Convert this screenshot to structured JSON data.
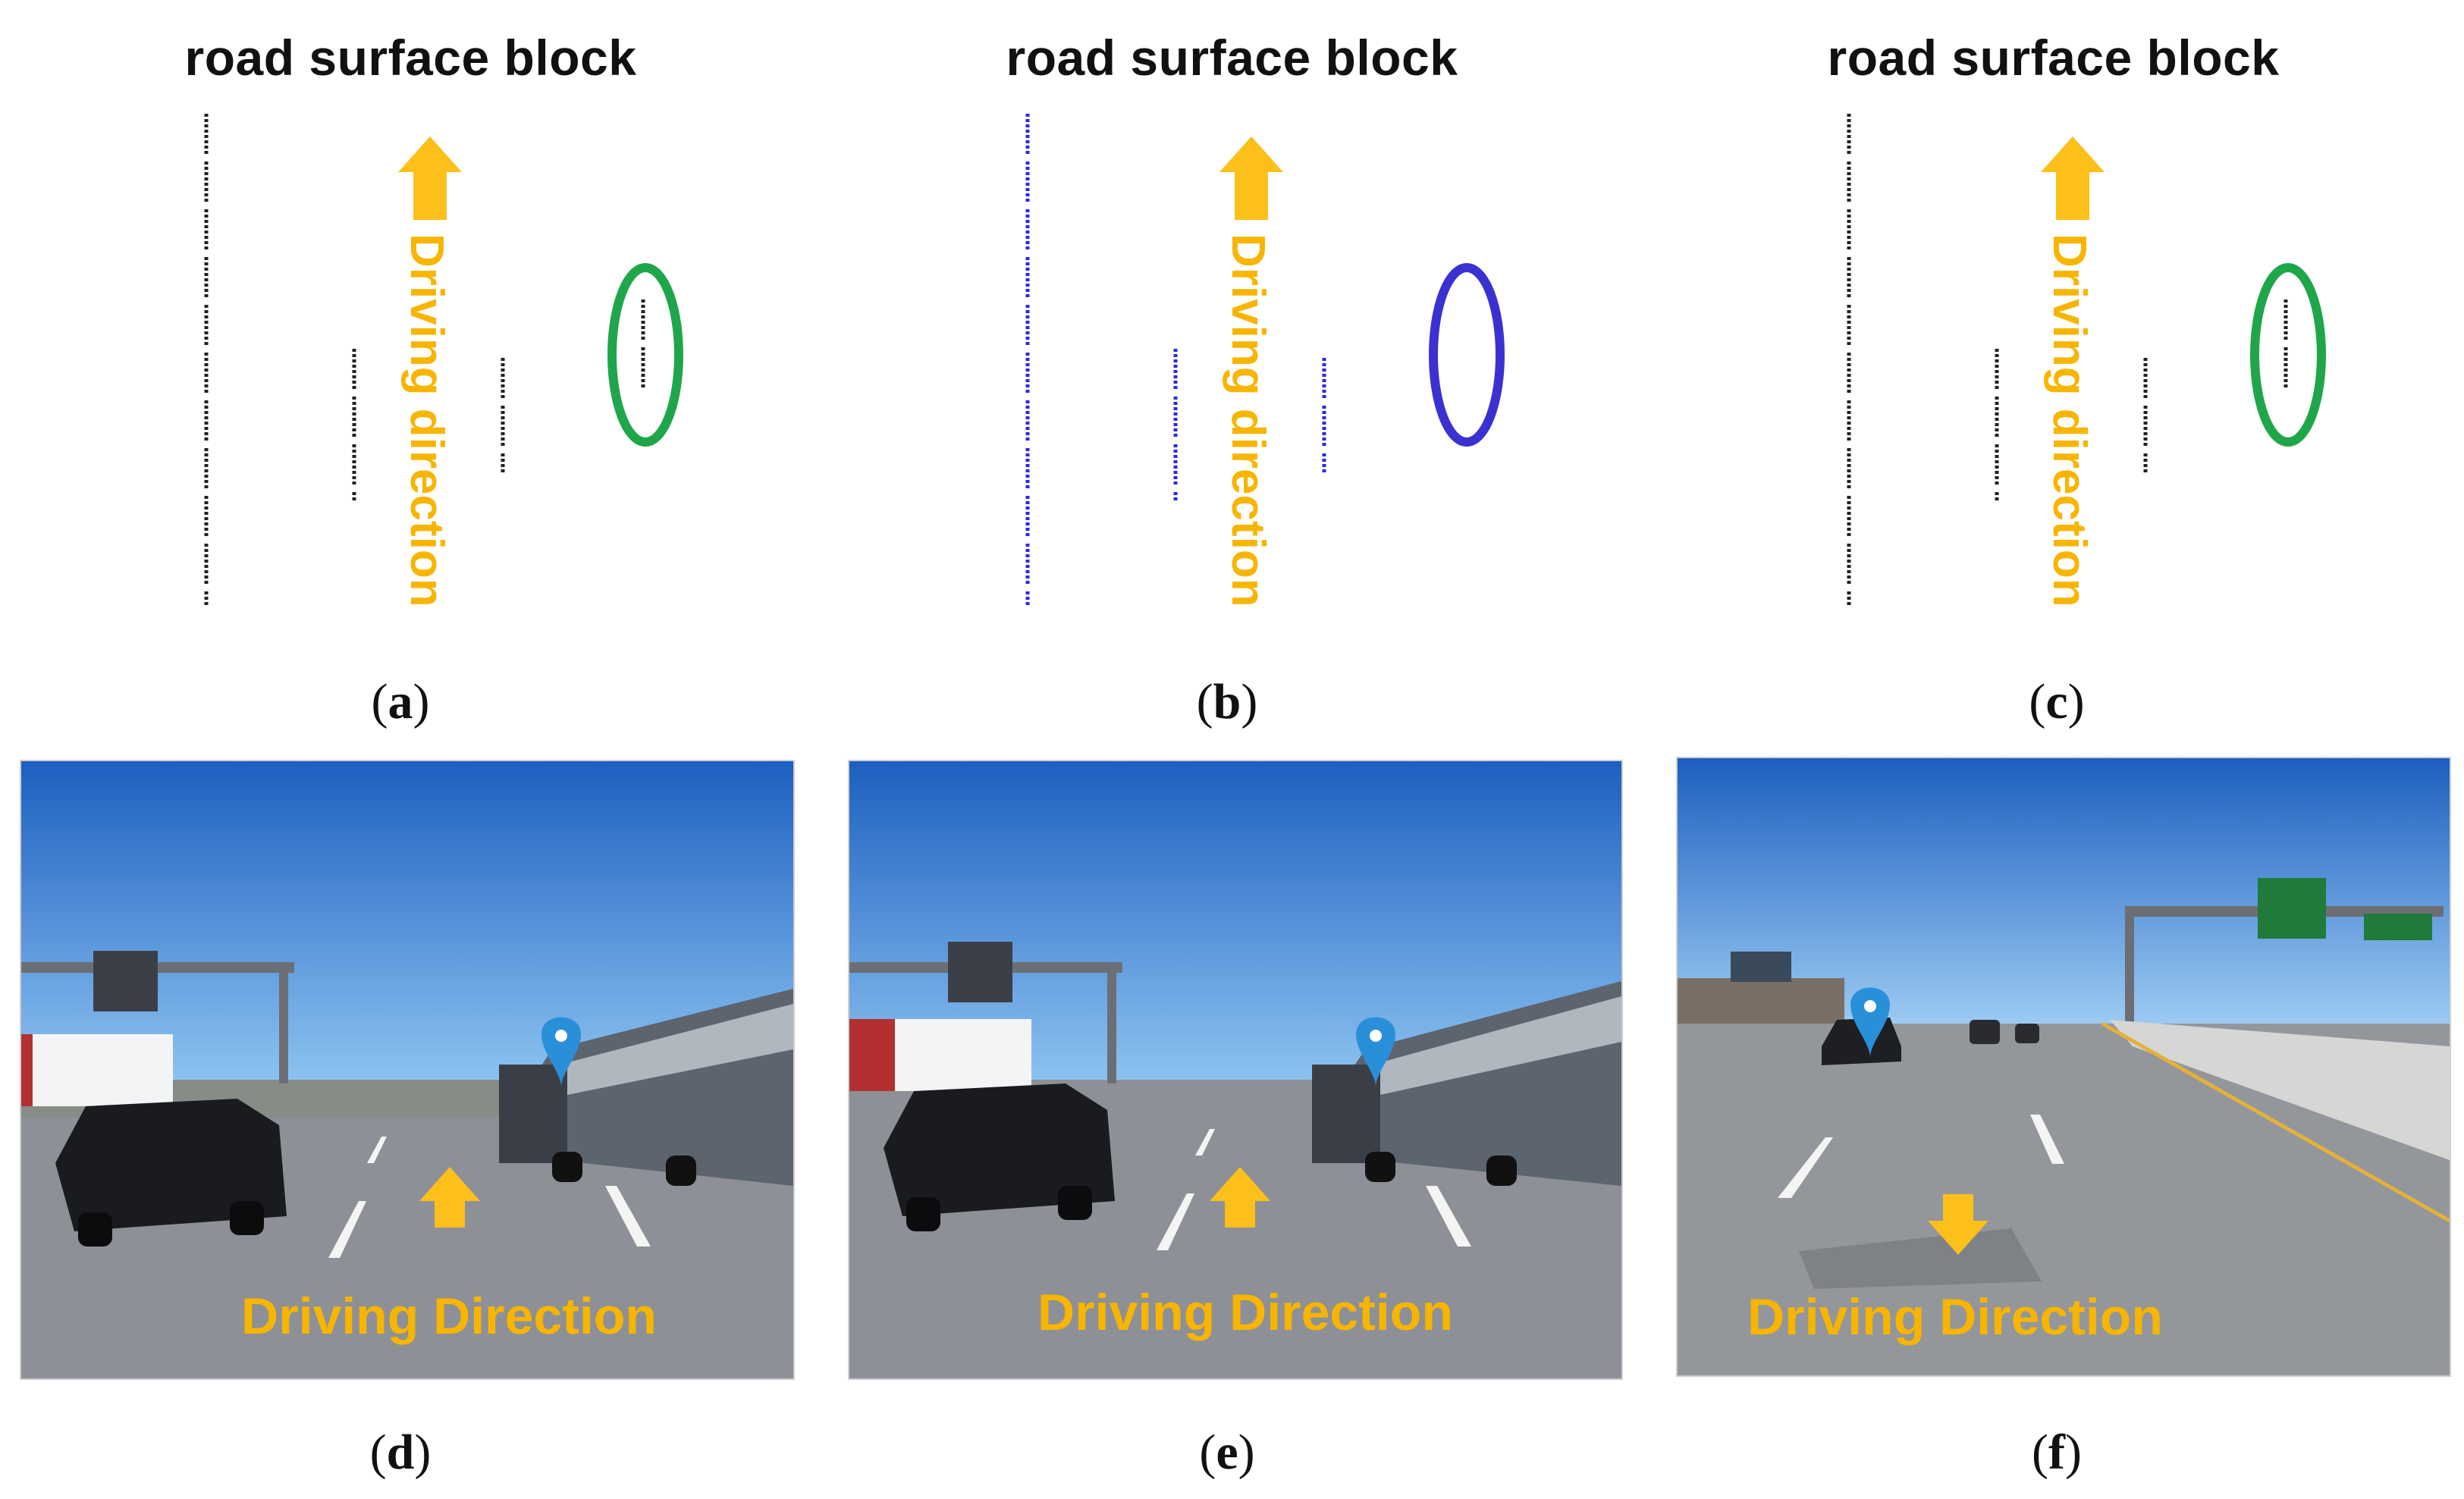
{
  "panels_top": [
    {
      "title": "road surface block",
      "arrow_label": "Driving direction",
      "caption_letter": "a",
      "point_color": "#222222",
      "ellipse_color": "#1fa64a",
      "ellipse_has_points": true
    },
    {
      "title": "road surface block",
      "arrow_label": "Driving direction",
      "caption_letter": "b",
      "point_color": "#2a2ae0",
      "ellipse_color": "#3a32d0",
      "ellipse_has_points": false
    },
    {
      "title": "road surface block",
      "arrow_label": "Driving direction",
      "caption_letter": "c",
      "point_color": "#222222",
      "ellipse_color": "#1fa64a",
      "ellipse_has_points": true
    }
  ],
  "panels_bottom": [
    {
      "label": "Driving Direction",
      "caption_letter": "d",
      "arrow": "up"
    },
    {
      "label": "Driving Direction",
      "caption_letter": "e",
      "arrow": "up"
    },
    {
      "label": "Driving Direction",
      "caption_letter": "f",
      "arrow": "down"
    }
  ],
  "colors": {
    "arrow": "#fdbf1a",
    "arrow_text": "#f7b500",
    "pin": "#2a8fd9",
    "sky_top": "#1f6fd0",
    "sky_bottom": "#8cc2f0",
    "road": "#8a8d92"
  }
}
